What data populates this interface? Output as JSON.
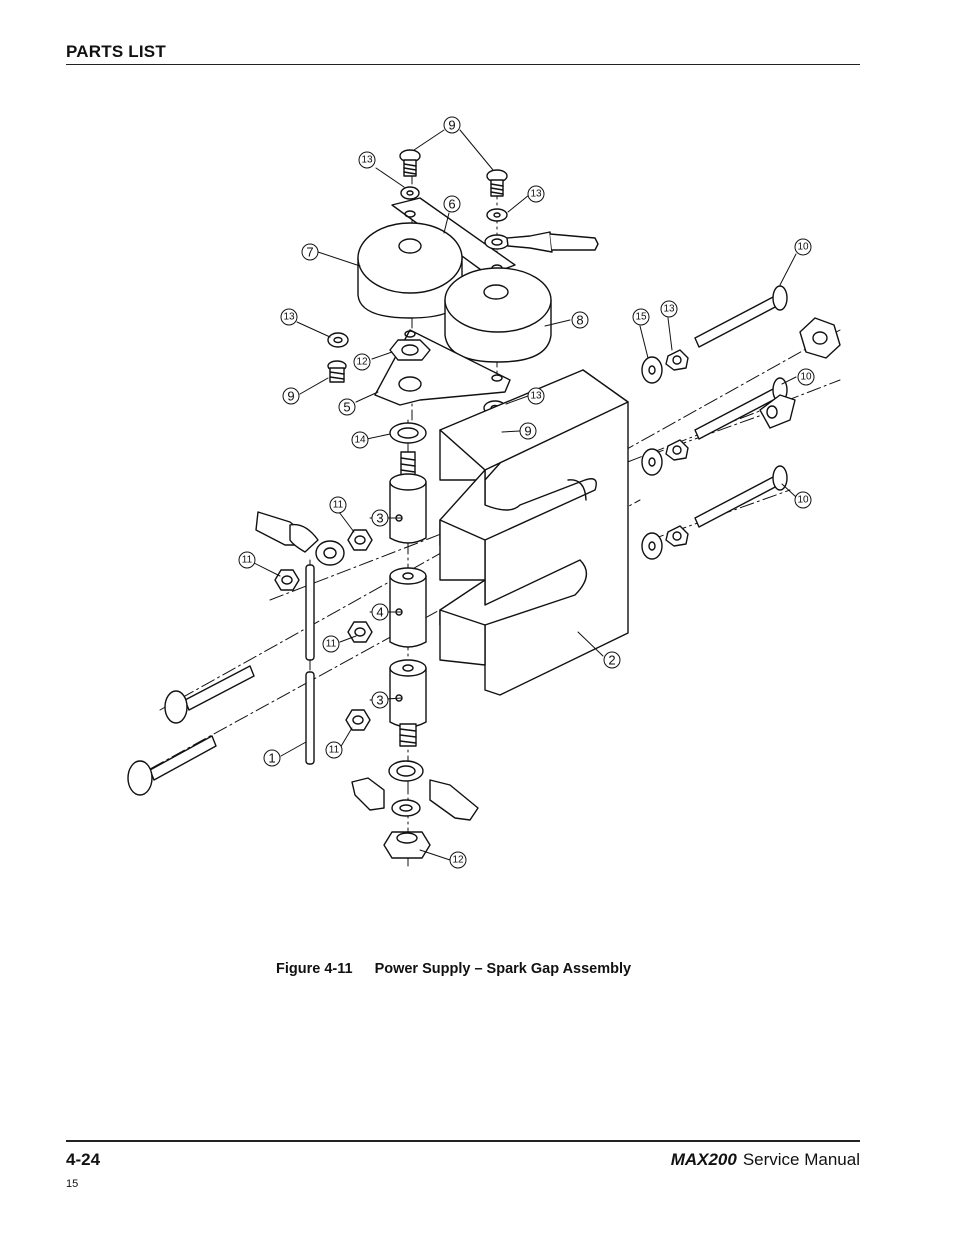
{
  "header": {
    "section_title": "PARTS LIST"
  },
  "figure": {
    "callouts": [
      {
        "id": "c9a",
        "label": "9"
      },
      {
        "id": "c13a",
        "label": "13"
      },
      {
        "id": "c13b",
        "label": "13"
      },
      {
        "id": "c6",
        "label": "6"
      },
      {
        "id": "c7",
        "label": "7"
      },
      {
        "id": "c10a",
        "label": "10"
      },
      {
        "id": "c13c",
        "label": "13"
      },
      {
        "id": "c8",
        "label": "8"
      },
      {
        "id": "c15",
        "label": "15"
      },
      {
        "id": "c13d",
        "label": "13"
      },
      {
        "id": "c12a",
        "label": "12"
      },
      {
        "id": "c9b",
        "label": "9"
      },
      {
        "id": "c5",
        "label": "5"
      },
      {
        "id": "c13e",
        "label": "13"
      },
      {
        "id": "c10b",
        "label": "10"
      },
      {
        "id": "c14",
        "label": "14"
      },
      {
        "id": "c9c",
        "label": "9"
      },
      {
        "id": "c11a",
        "label": "11"
      },
      {
        "id": "c3a",
        "label": "3"
      },
      {
        "id": "c10c",
        "label": "10"
      },
      {
        "id": "c11b",
        "label": "11"
      },
      {
        "id": "c4",
        "label": "4"
      },
      {
        "id": "c11c",
        "label": "11"
      },
      {
        "id": "c2",
        "label": "2"
      },
      {
        "id": "c3b",
        "label": "3"
      },
      {
        "id": "c1",
        "label": "1"
      },
      {
        "id": "c11d",
        "label": "11"
      },
      {
        "id": "c12b",
        "label": "12"
      }
    ]
  },
  "caption": {
    "figure_number": "Figure 4-11",
    "figure_title": "Power Supply – Spark Gap Assembly"
  },
  "footer": {
    "page_number": "4-24",
    "product_name": "MAX200",
    "manual_label": "Service Manual",
    "doc_number": "15"
  }
}
